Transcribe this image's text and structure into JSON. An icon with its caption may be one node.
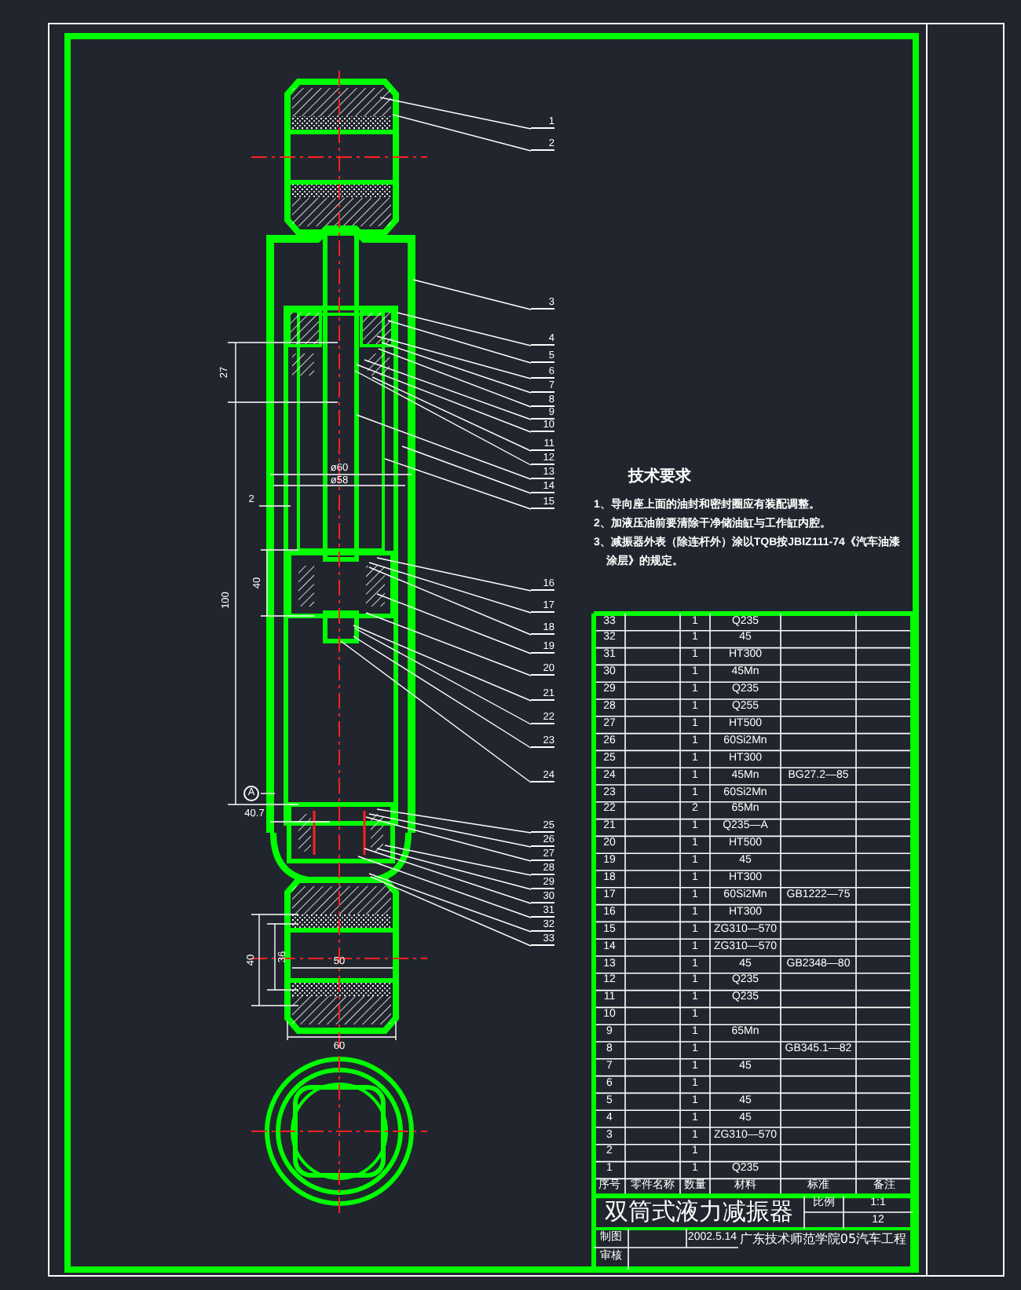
{
  "diagram": {
    "title": "双筒式液力减振器",
    "nodes": [
      {
        "text": [
          "1"
        ]
      },
      {
        "text": [
          "2"
        ]
      },
      {
        "text": [
          "3"
        ]
      },
      {
        "text": [
          "4"
        ]
      },
      {
        "text": [
          "5"
        ]
      },
      {
        "text": [
          "6"
        ]
      },
      {
        "text": [
          "7"
        ]
      },
      {
        "text": [
          "8"
        ]
      },
      {
        "text": [
          "9"
        ]
      },
      {
        "text": [
          "10"
        ]
      },
      {
        "text": [
          "11"
        ]
      },
      {
        "text": [
          "12"
        ]
      },
      {
        "text": [
          "13"
        ]
      },
      {
        "text": [
          "14"
        ]
      },
      {
        "text": [
          "15"
        ]
      },
      {
        "text": [
          "16"
        ]
      },
      {
        "text": [
          "17"
        ]
      },
      {
        "text": [
          "18"
        ]
      },
      {
        "text": [
          "19"
        ]
      },
      {
        "text": [
          "20"
        ]
      },
      {
        "text": [
          "21"
        ]
      },
      {
        "text": [
          "22"
        ]
      },
      {
        "text": [
          "23"
        ]
      },
      {
        "text": [
          "24"
        ]
      },
      {
        "text": [
          "25"
        ]
      },
      {
        "text": [
          "26"
        ]
      },
      {
        "text": [
          "27"
        ]
      },
      {
        "text": [
          "28"
        ]
      },
      {
        "text": [
          "29"
        ]
      },
      {
        "text": [
          "30"
        ]
      },
      {
        "text": [
          "31"
        ]
      },
      {
        "text": [
          "32"
        ]
      },
      {
        "text": [
          "33"
        ]
      }
    ],
    "edges": [
      {
        "from": 0,
        "to": null,
        "arrow": "none"
      },
      {
        "from": 1,
        "to": null,
        "arrow": "none"
      },
      {
        "from": 2,
        "to": null,
        "arrow": "none"
      },
      {
        "from": 3,
        "to": null,
        "arrow": "none"
      },
      {
        "from": 4,
        "to": null,
        "arrow": "none"
      },
      {
        "from": 5,
        "to": null,
        "arrow": "none"
      },
      {
        "from": 6,
        "to": null,
        "arrow": "none"
      },
      {
        "from": 7,
        "to": null,
        "arrow": "none"
      },
      {
        "from": 8,
        "to": null,
        "arrow": "none"
      },
      {
        "from": 9,
        "to": null,
        "arrow": "none"
      },
      {
        "from": 10,
        "to": null,
        "arrow": "none"
      },
      {
        "from": 11,
        "to": null,
        "arrow": "none"
      },
      {
        "from": 12,
        "to": null,
        "arrow": "none"
      },
      {
        "from": 13,
        "to": null,
        "arrow": "none"
      },
      {
        "from": 14,
        "to": null,
        "arrow": "none"
      },
      {
        "from": 15,
        "to": null,
        "arrow": "none"
      },
      {
        "from": 16,
        "to": null,
        "arrow": "none"
      },
      {
        "from": 17,
        "to": null,
        "arrow": "none"
      },
      {
        "from": 18,
        "to": null,
        "arrow": "none"
      },
      {
        "from": 19,
        "to": null,
        "arrow": "none"
      },
      {
        "from": 20,
        "to": null,
        "arrow": "none"
      },
      {
        "from": 21,
        "to": null,
        "arrow": "none"
      },
      {
        "from": 22,
        "to": null,
        "arrow": "none"
      },
      {
        "from": 23,
        "to": null,
        "arrow": "none"
      },
      {
        "from": 24,
        "to": null,
        "arrow": "none"
      },
      {
        "from": 25,
        "to": null,
        "arrow": "none"
      },
      {
        "from": 26,
        "to": null,
        "arrow": "none"
      },
      {
        "from": 27,
        "to": null,
        "arrow": "none"
      },
      {
        "from": 28,
        "to": null,
        "arrow": "none"
      },
      {
        "from": 29,
        "to": null,
        "arrow": "none"
      },
      {
        "from": 30,
        "to": null,
        "arrow": "none"
      },
      {
        "from": 31,
        "to": null,
        "arrow": "none"
      },
      {
        "from": 32,
        "to": null,
        "arrow": "none"
      }
    ],
    "labels": [
      "27",
      "ø60",
      "ø58",
      "2",
      "100",
      "40",
      "A",
      "40.7",
      "40",
      "36",
      "50",
      "60",
      "技术要求",
      "1、导向座上面的油封和密封圈应有装配调整。",
      "2、加液压油前要清除干净储油缸与工作缸内腔。",
      "3、减振器外表（除连杆外）涂以TQB按JBIZ111-74《汽车油漆涂层》的规定。",
      "33",
      "1",
      "Q235",
      "32",
      "1",
      "45",
      "31",
      "1",
      "HT300",
      "30",
      "1",
      "45Mn",
      "29",
      "1",
      "Q235",
      "28",
      "1",
      "Q255",
      "27",
      "1",
      "HT500",
      "26",
      "1",
      "60Si2Mn",
      "25",
      "1",
      "HT300",
      "24",
      "1",
      "45Mn",
      "BG27.2—85",
      "23",
      "1",
      "60Si2Mn",
      "22",
      "2",
      "65Mn",
      "21",
      "1",
      "Q235—A",
      "20",
      "1",
      "HT500",
      "19",
      "1",
      "45",
      "18",
      "1",
      "HT300",
      "17",
      "1",
      "60Si2Mn",
      "GB1222—75",
      "16",
      "1",
      "HT300",
      "15",
      "1",
      "ZG310—570",
      "14",
      "1",
      "ZG310—570",
      "13",
      "1",
      "45",
      "GB2348—80",
      "12",
      "1",
      "Q235",
      "11",
      "1",
      "Q235",
      "10",
      "1",
      "9",
      "1",
      "65Mn",
      "8",
      "1",
      "GB345.1—82",
      "7",
      "1",
      "45",
      "6",
      "1",
      "5",
      "1",
      "45",
      "4",
      "1",
      "45",
      "3",
      "1",
      "ZG310—570",
      "2",
      "1",
      "1",
      "1",
      "Q235",
      "序号",
      "零件名称",
      "数量",
      "材料",
      "标准",
      "备注",
      "比例",
      "1:1",
      "12",
      "制图",
      "2002.5.14",
      "广东技术师范学院05汽车工程",
      "审核"
    ]
  }
}
